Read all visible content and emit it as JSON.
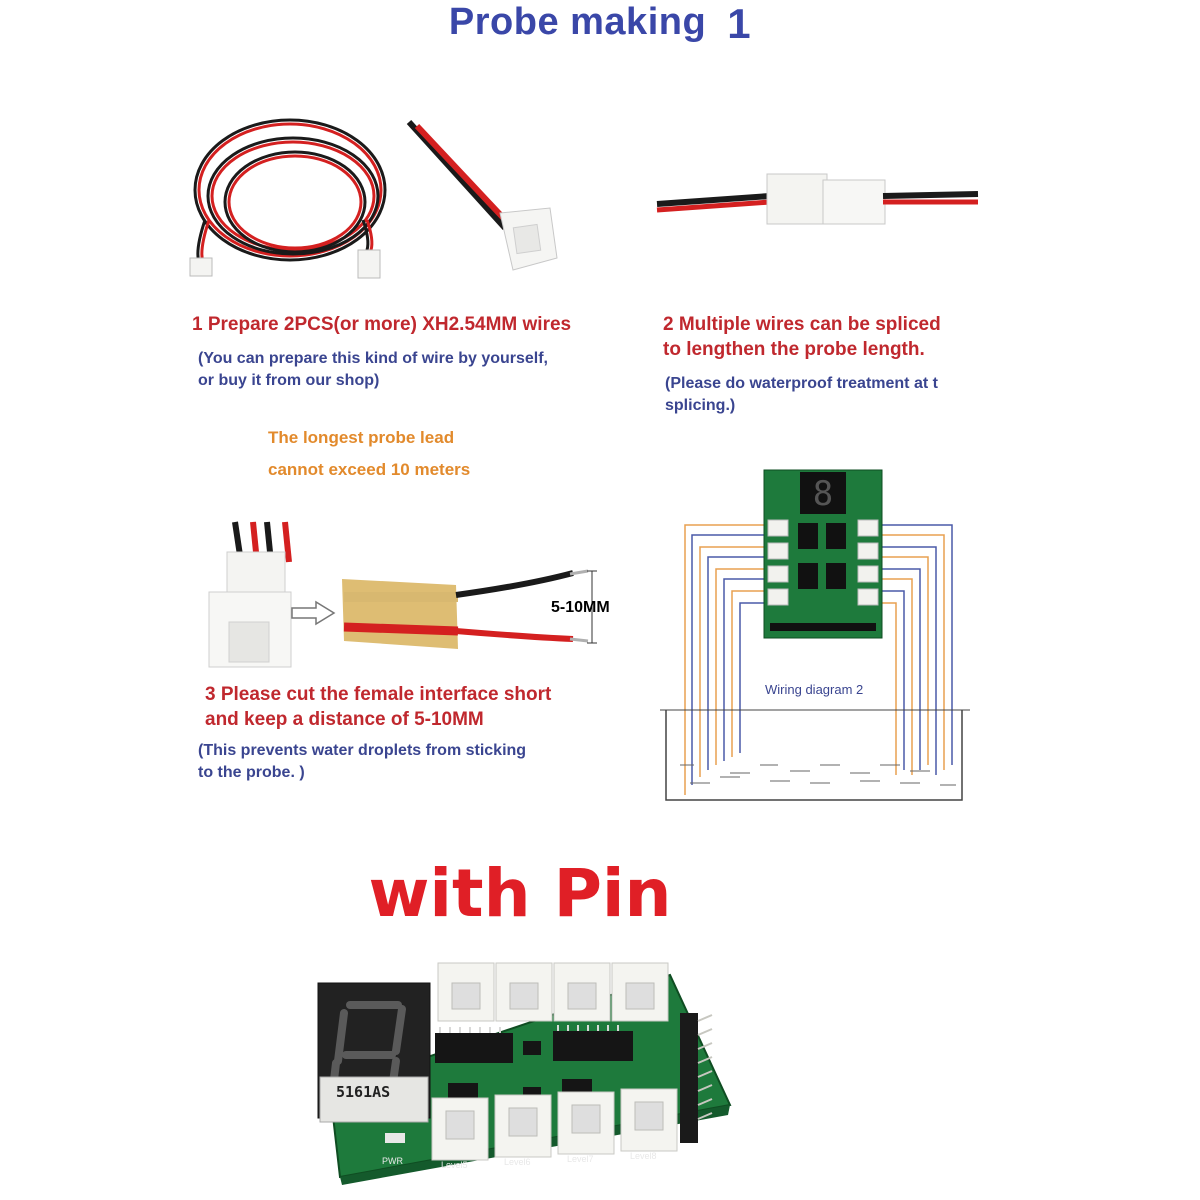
{
  "title": {
    "main": "Probe making",
    "number": "1"
  },
  "step1": {
    "heading": "1 Prepare 2PCS(or more) XH2.54MM wires",
    "note_line1": "(You can prepare this kind of wire by yourself,",
    "note_line2": "or buy it from our shop)"
  },
  "step2": {
    "heading_line1": "2 Multiple wires can be spliced",
    "heading_line2": "to lengthen the probe length.",
    "note_line1": "(Please do waterproof treatment at t",
    "note_line2": "splicing.)"
  },
  "warning": {
    "line1": "The longest probe lead",
    "line2": "cannot exceed 10 meters"
  },
  "step3": {
    "heading_line1": "3 Please cut the female interface short",
    "heading_line2": "and keep a distance of 5-10MM",
    "note_line1": "(This prevents water droplets from sticking",
    "note_line2": "to the probe. )",
    "measure_label": "5-10MM"
  },
  "wiring": {
    "label": "Wiring diagram 2"
  },
  "section2": {
    "heading": "with Pin"
  },
  "board": {
    "display_label": "5161AS",
    "power_label": "PWR",
    "level_labels": [
      "Level5",
      "Level6",
      "Level7",
      "Level8"
    ]
  },
  "colors": {
    "title_blue": "#3a47a8",
    "step_red": "#c0282e",
    "note_blue": "#3a4590",
    "warning_orange": "#e28a2c",
    "pin_red": "#e01f26",
    "pcb_green": "#1e7a3c"
  }
}
